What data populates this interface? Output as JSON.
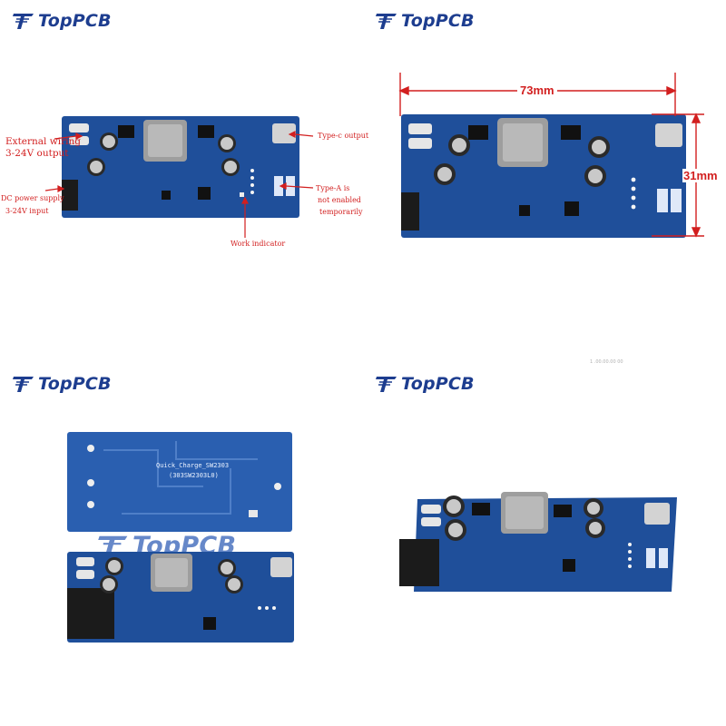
{
  "brand": {
    "name": "TopPCB",
    "color": "#1d3d8f"
  },
  "colors": {
    "pcb": "#1f4f9a",
    "annotation": "#d21f1f"
  },
  "panel1": {
    "labels": {
      "external_wiring": "External wiring",
      "external_voltage": "3-24V output",
      "dc_power": "DC power supply",
      "dc_voltage": "3-24V input",
      "typec": "Type-c output",
      "typea_1": "Type-A is",
      "typea_2": "not enabled",
      "typea_3": "temporarily",
      "work": "Work indicator"
    }
  },
  "panel2": {
    "width_label": "73mm",
    "height_label": "31mm"
  },
  "panel3": {
    "back_title": "Quick_Charge_SW2303",
    "back_sub": "(303SW2303L0)"
  },
  "panel4": {
    "corner_note": "1 .00.00.00 00"
  }
}
